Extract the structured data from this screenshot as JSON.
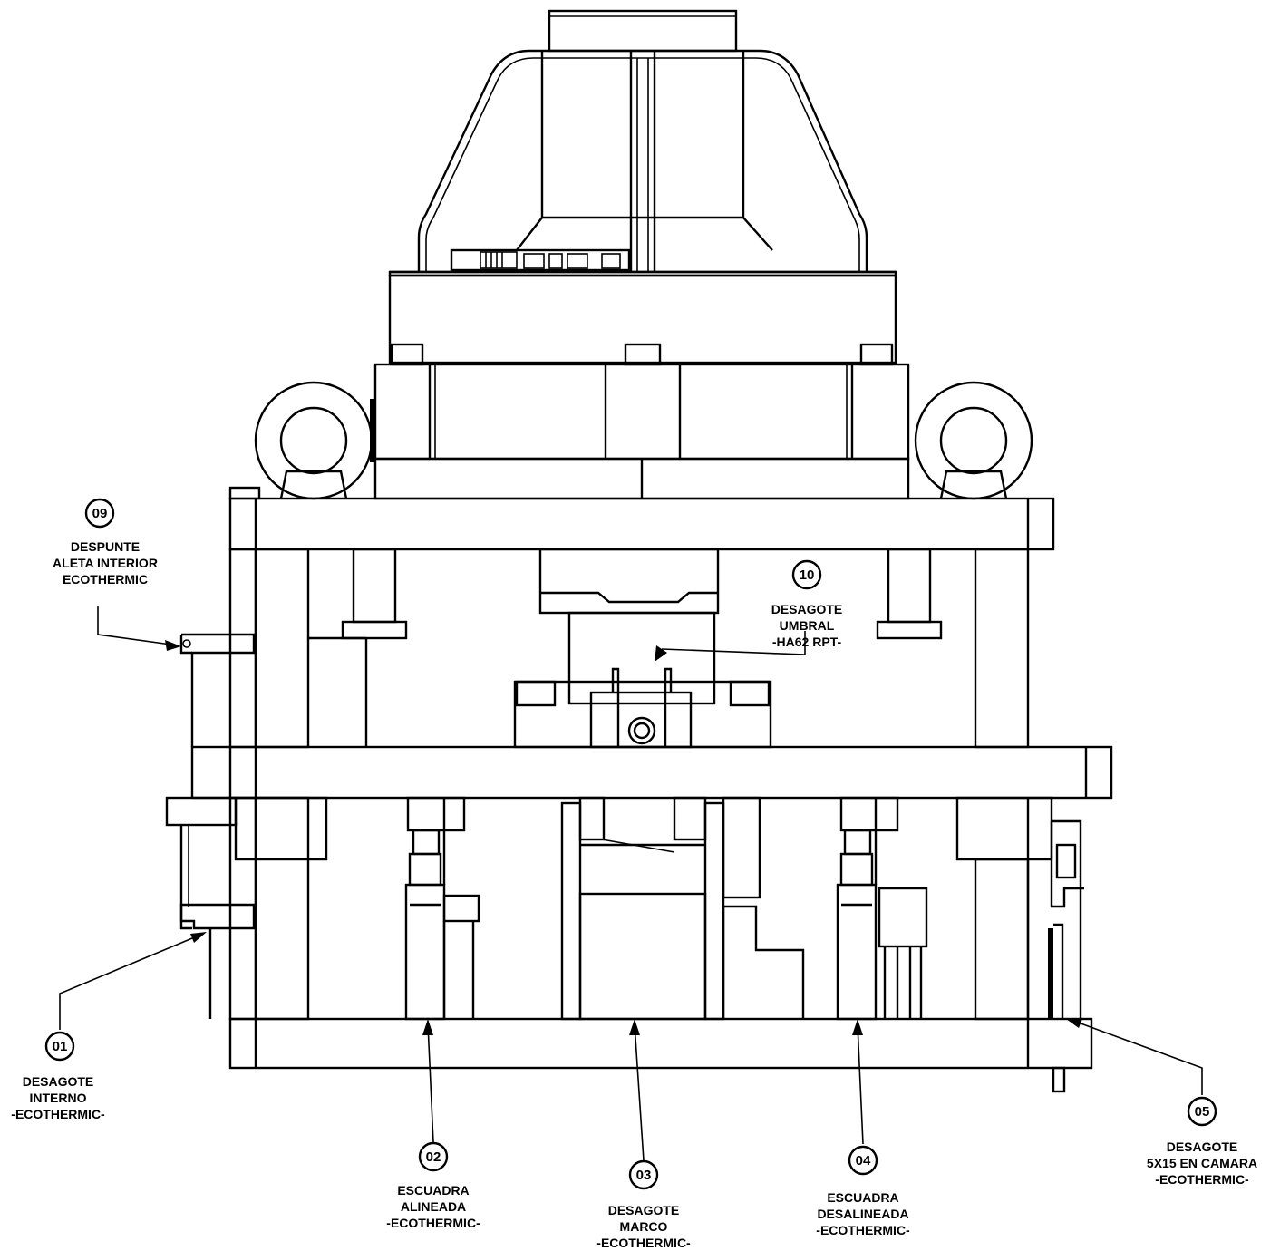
{
  "callouts": [
    {
      "num": "09",
      "lines": [
        "DESPUNTE",
        "ALETA INTERIOR",
        "ECOTHERMIC"
      ]
    },
    {
      "num": "10",
      "lines": [
        "DESAGOTE",
        "UMBRAL",
        "-HA62 RPT-"
      ]
    },
    {
      "num": "01",
      "lines": [
        "DESAGOTE",
        "INTERNO",
        "-ECOTHERMIC-"
      ]
    },
    {
      "num": "02",
      "lines": [
        "ESCUADRA",
        "ALINEADA",
        "-ECOTHERMIC-"
      ]
    },
    {
      "num": "03",
      "lines": [
        "DESAGOTE",
        "MARCO",
        "-ECOTHERMIC-"
      ]
    },
    {
      "num": "04",
      "lines": [
        "ESCUADRA",
        "DESALINEADA",
        "-ECOTHERMIC-"
      ]
    },
    {
      "num": "05",
      "lines": [
        "DESAGOTE",
        "5X15 EN CAMARA",
        "-ECOTHERMIC-"
      ]
    }
  ]
}
